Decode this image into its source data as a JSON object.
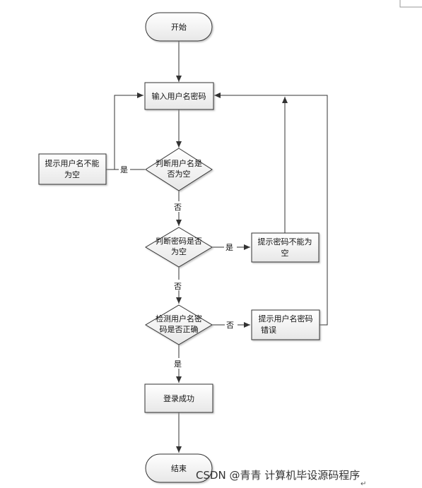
{
  "nodes": {
    "start": "开始",
    "input_credentials": "输入用户名密码",
    "check_username_empty": [
      "判断用户名是",
      "否为空"
    ],
    "prompt_username_empty": [
      "提示用户名不能",
      "为空"
    ],
    "check_password_empty": [
      "判断密码是否",
      "为空"
    ],
    "prompt_password_empty": [
      "提示密码不能为",
      "空"
    ],
    "verify_credentials": [
      "检测用户名密",
      "码是否正确"
    ],
    "prompt_credentials_wrong": [
      "提示用户名密码",
      "错误"
    ],
    "login_success": "登录成功",
    "end": "结束"
  },
  "edges": {
    "yes": "是",
    "no": "否"
  },
  "watermark": "CSDN @青青  计算机毕设源码程序"
}
